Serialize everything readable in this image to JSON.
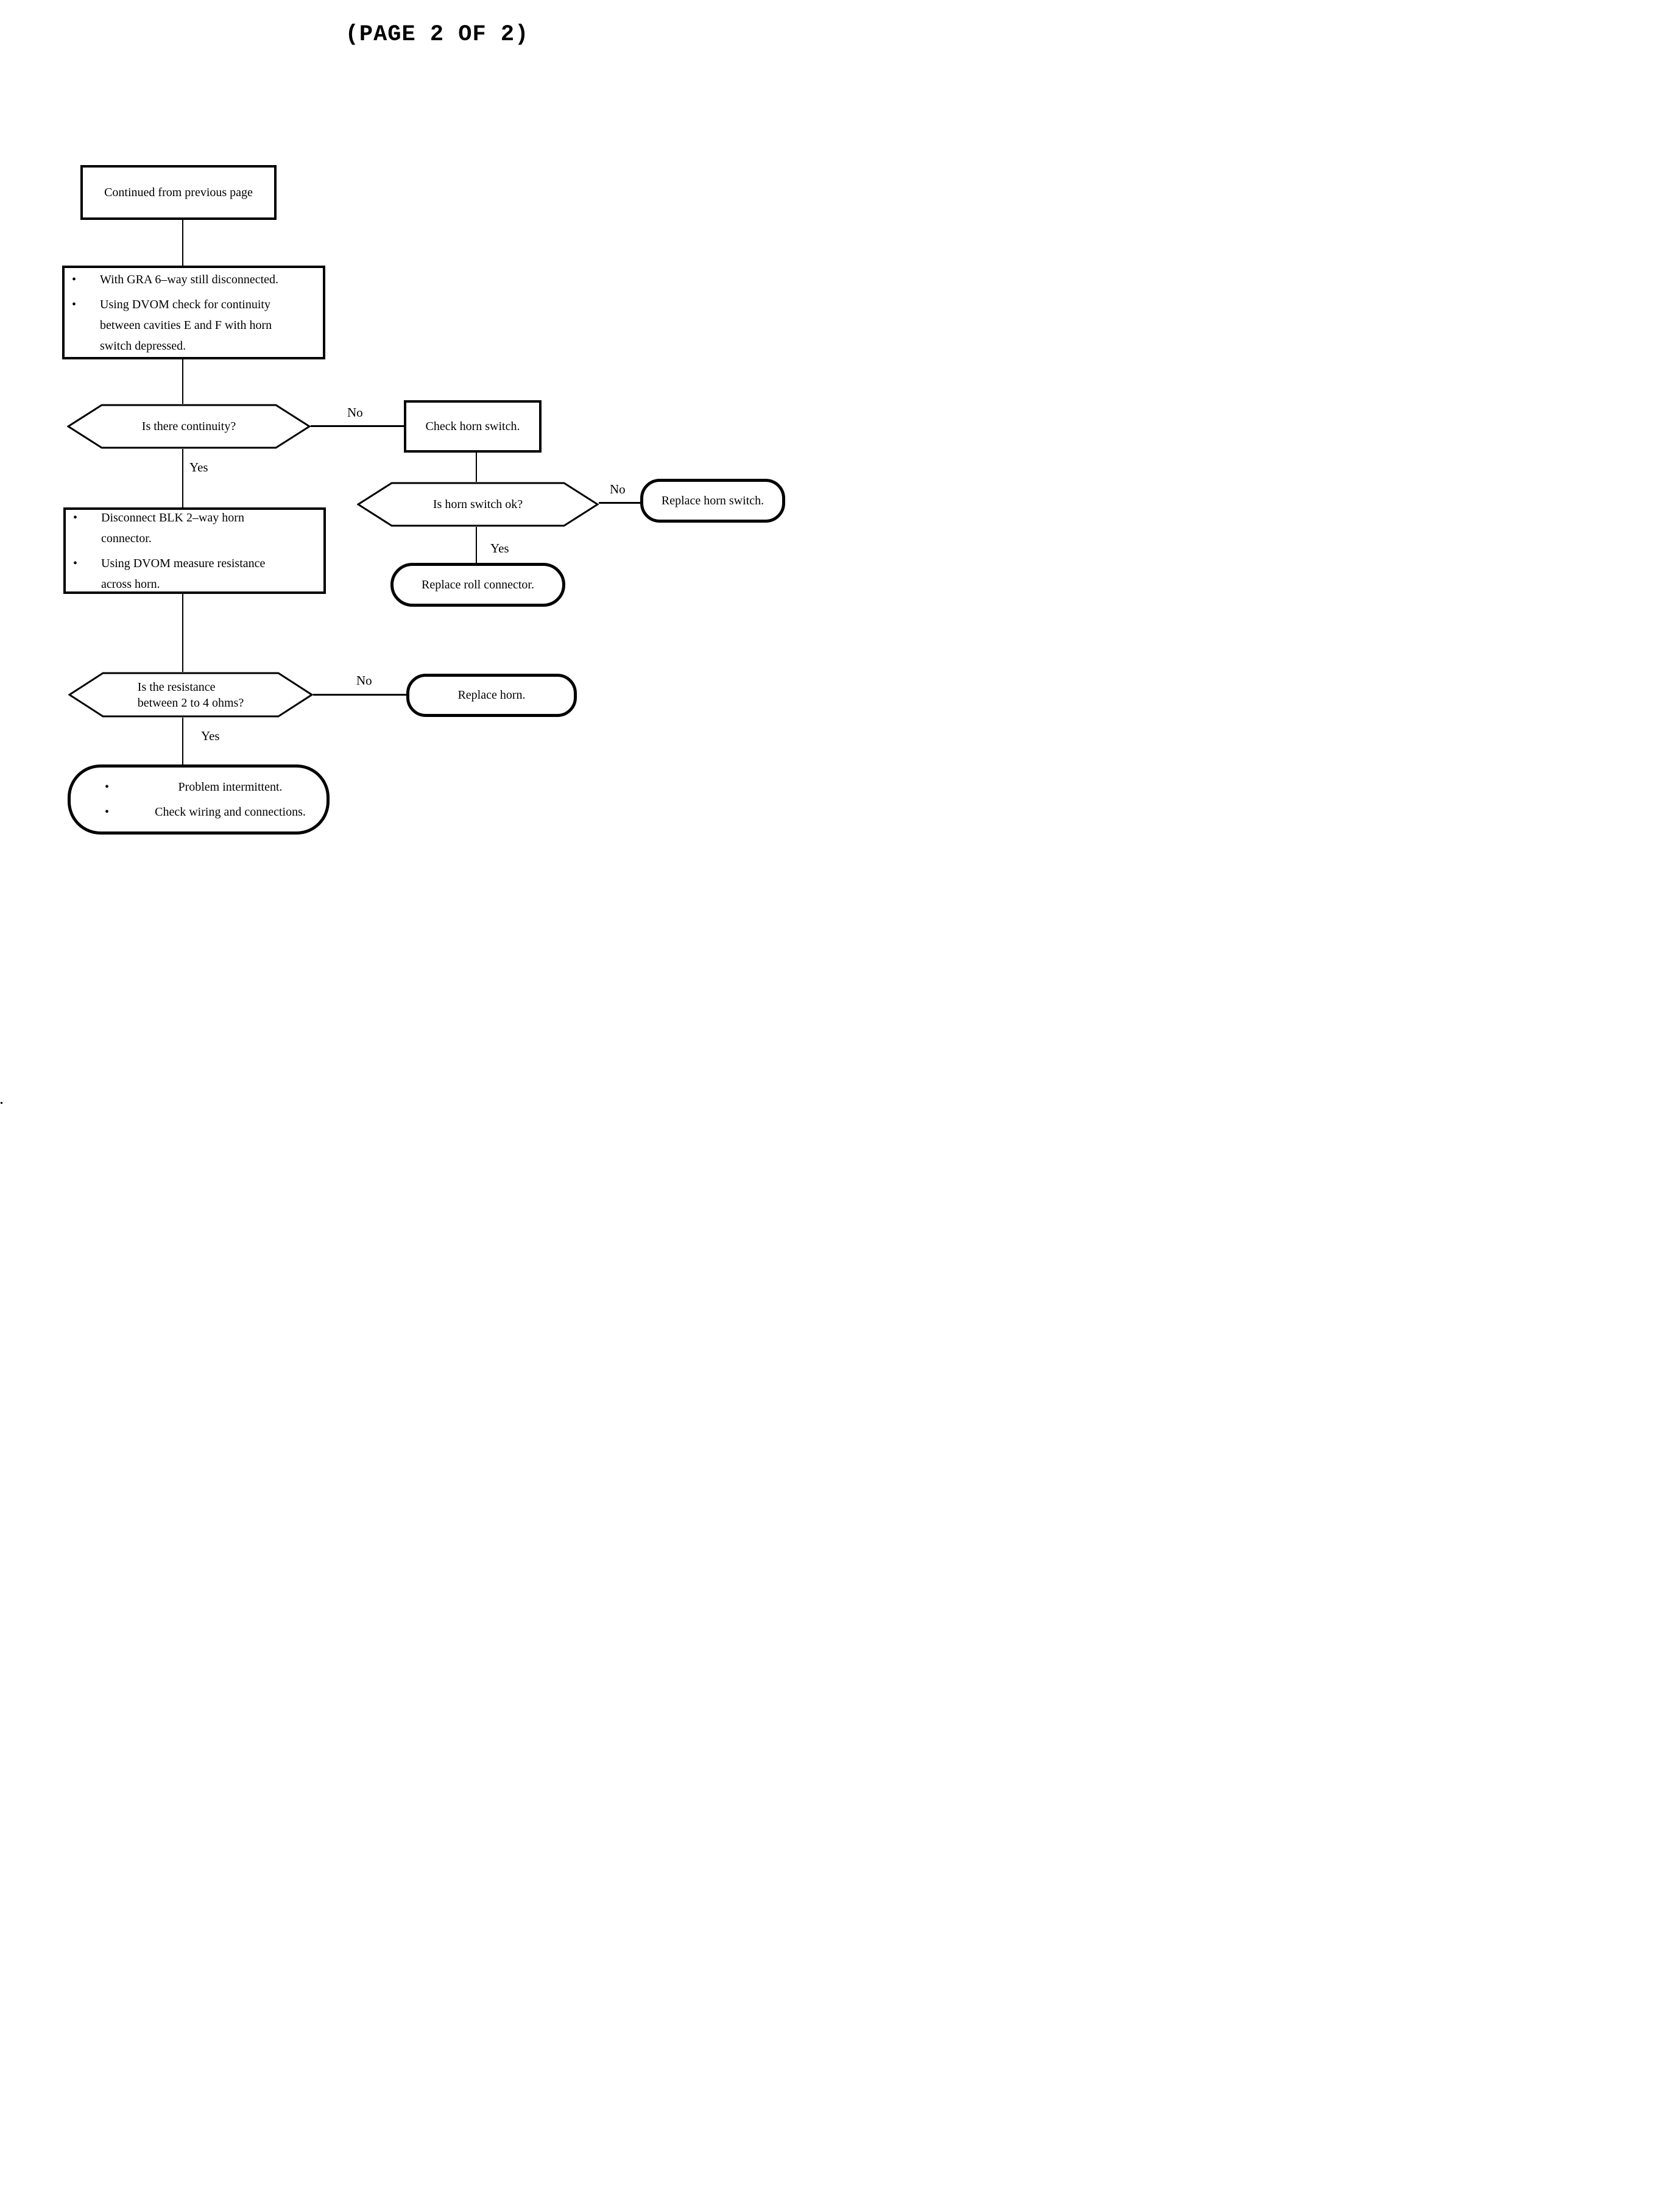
{
  "page": {
    "title": "(PAGE 2 OF 2)"
  },
  "glyphs": {
    "bullet": "•"
  },
  "labels": {
    "yes": "Yes",
    "no": "No"
  },
  "nodes": {
    "continued": {
      "text": "Continued from previous page"
    },
    "step_check_continuity": {
      "bullets": [
        "With GRA 6–way still disconnected.",
        "Using DVOM check for continuity\nbetween cavities E and F with horn\nswitch depressed."
      ]
    },
    "decision_continuity": {
      "text": "Is there continuity?"
    },
    "check_horn_switch": {
      "text": "Check horn switch."
    },
    "decision_horn_switch_ok": {
      "text": "Is horn switch ok?"
    },
    "replace_horn_switch": {
      "text": "Replace horn switch."
    },
    "replace_roll_connector": {
      "text": "Replace roll connector."
    },
    "step_measure_resistance": {
      "bullets": [
        "Disconnect BLK 2–way horn\nconnector.",
        "Using DVOM measure resistance\nacross horn."
      ]
    },
    "decision_resistance": {
      "lines": [
        "Is the resistance",
        "between 2 to 4 ohms?"
      ]
    },
    "replace_horn": {
      "text": "Replace horn."
    },
    "terminal_intermittent": {
      "bullets": [
        "Problem intermittent.",
        "Check wiring and connections."
      ]
    }
  }
}
